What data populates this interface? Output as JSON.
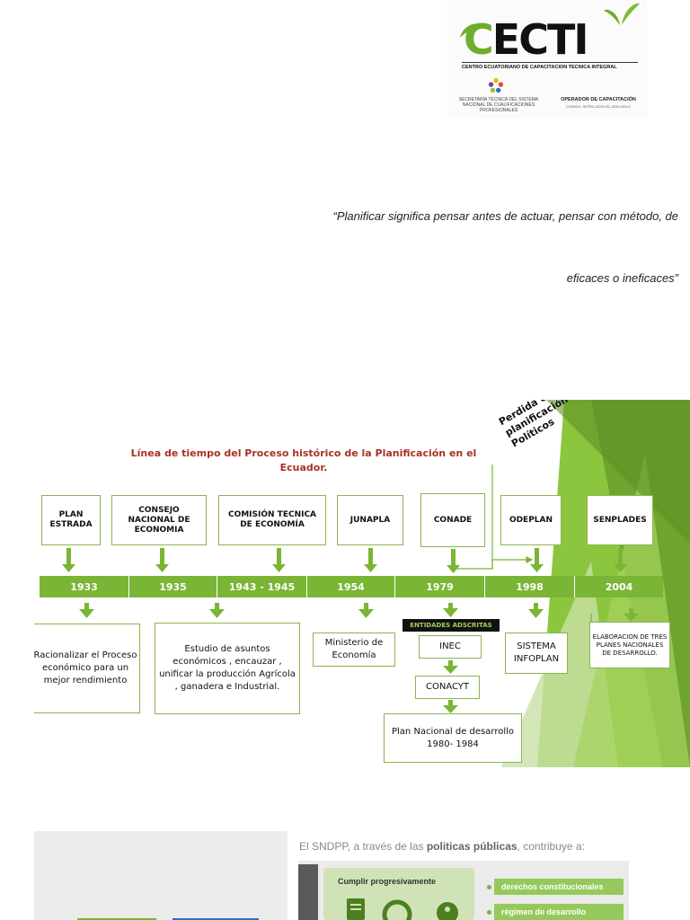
{
  "logo": {
    "brand": "ECTI",
    "brand_lead": "C",
    "tagline": "CENTRO ECUATORIANO DE CAPACITACION TECNICA INTEGRAL",
    "secretaria": "SECRETARÍA TÉCNICA DEL SISTEMA NACIONAL DE CUALIFICACIONES PROFESIONALES",
    "operador": "OPERADOR DE CAPACITACIÓN",
    "codigo": "CODIGO: SETEC-OCR-OC-2019-424-C"
  },
  "quote": {
    "line1": "“Planificar significa pensar antes de actuar, pensar con método, de",
    "line2": "eficaces o ineficaces”"
  },
  "timeline": {
    "title": "Línea de tiempo del Proceso histórico de la Planificación en el Ecuador.",
    "perdida": "Perdida en el Proceso de planificación debido a factores Políticos",
    "entidades": "ENTIDADES ADSCRITAS",
    "institutions": [
      "PLAN ESTRADA",
      "CONSEJO NACIONAL DE ECONOMIA",
      "COMISIÓN TECNICA DE ECONOMÍA",
      "JUNAPLA",
      "CONADE",
      "ODEPLAN",
      "SENPLADES"
    ],
    "years": [
      "1933",
      "1935",
      "1943 -  1945",
      "1954",
      "1979",
      "1998",
      "2004"
    ],
    "outcomes": {
      "plan_estrada": "Racionalizar el Proceso económico para un mejor rendimiento",
      "consejo": "Estudio de asuntos económicos , encauzar , unificar  la producción Agrícola , ganadera e Industrial.",
      "junapla": "Ministerio de Economía",
      "inec": "INEC",
      "conacyt": "CONACYT",
      "plan_nacional": "Plan Nacional de desarrollo 1980- 1984",
      "odeplan": "SISTEMA INFOPLAN",
      "senplades": "ELABORACION DE TRES PLANES NACIONALES DE DESARROLLO."
    }
  },
  "sndpp": {
    "intro_prefix": "El SNDPP, a través de las ",
    "intro_bold": "politicas públicas",
    "intro_suffix": ", contribuye a:",
    "cumplir": "Cumplir progresivamente",
    "items": [
      "derechos constitucionales",
      "régimen de desarrollo"
    ]
  },
  "colors": {
    "accent_green": "#7ab535",
    "title_red": "#a83224"
  }
}
